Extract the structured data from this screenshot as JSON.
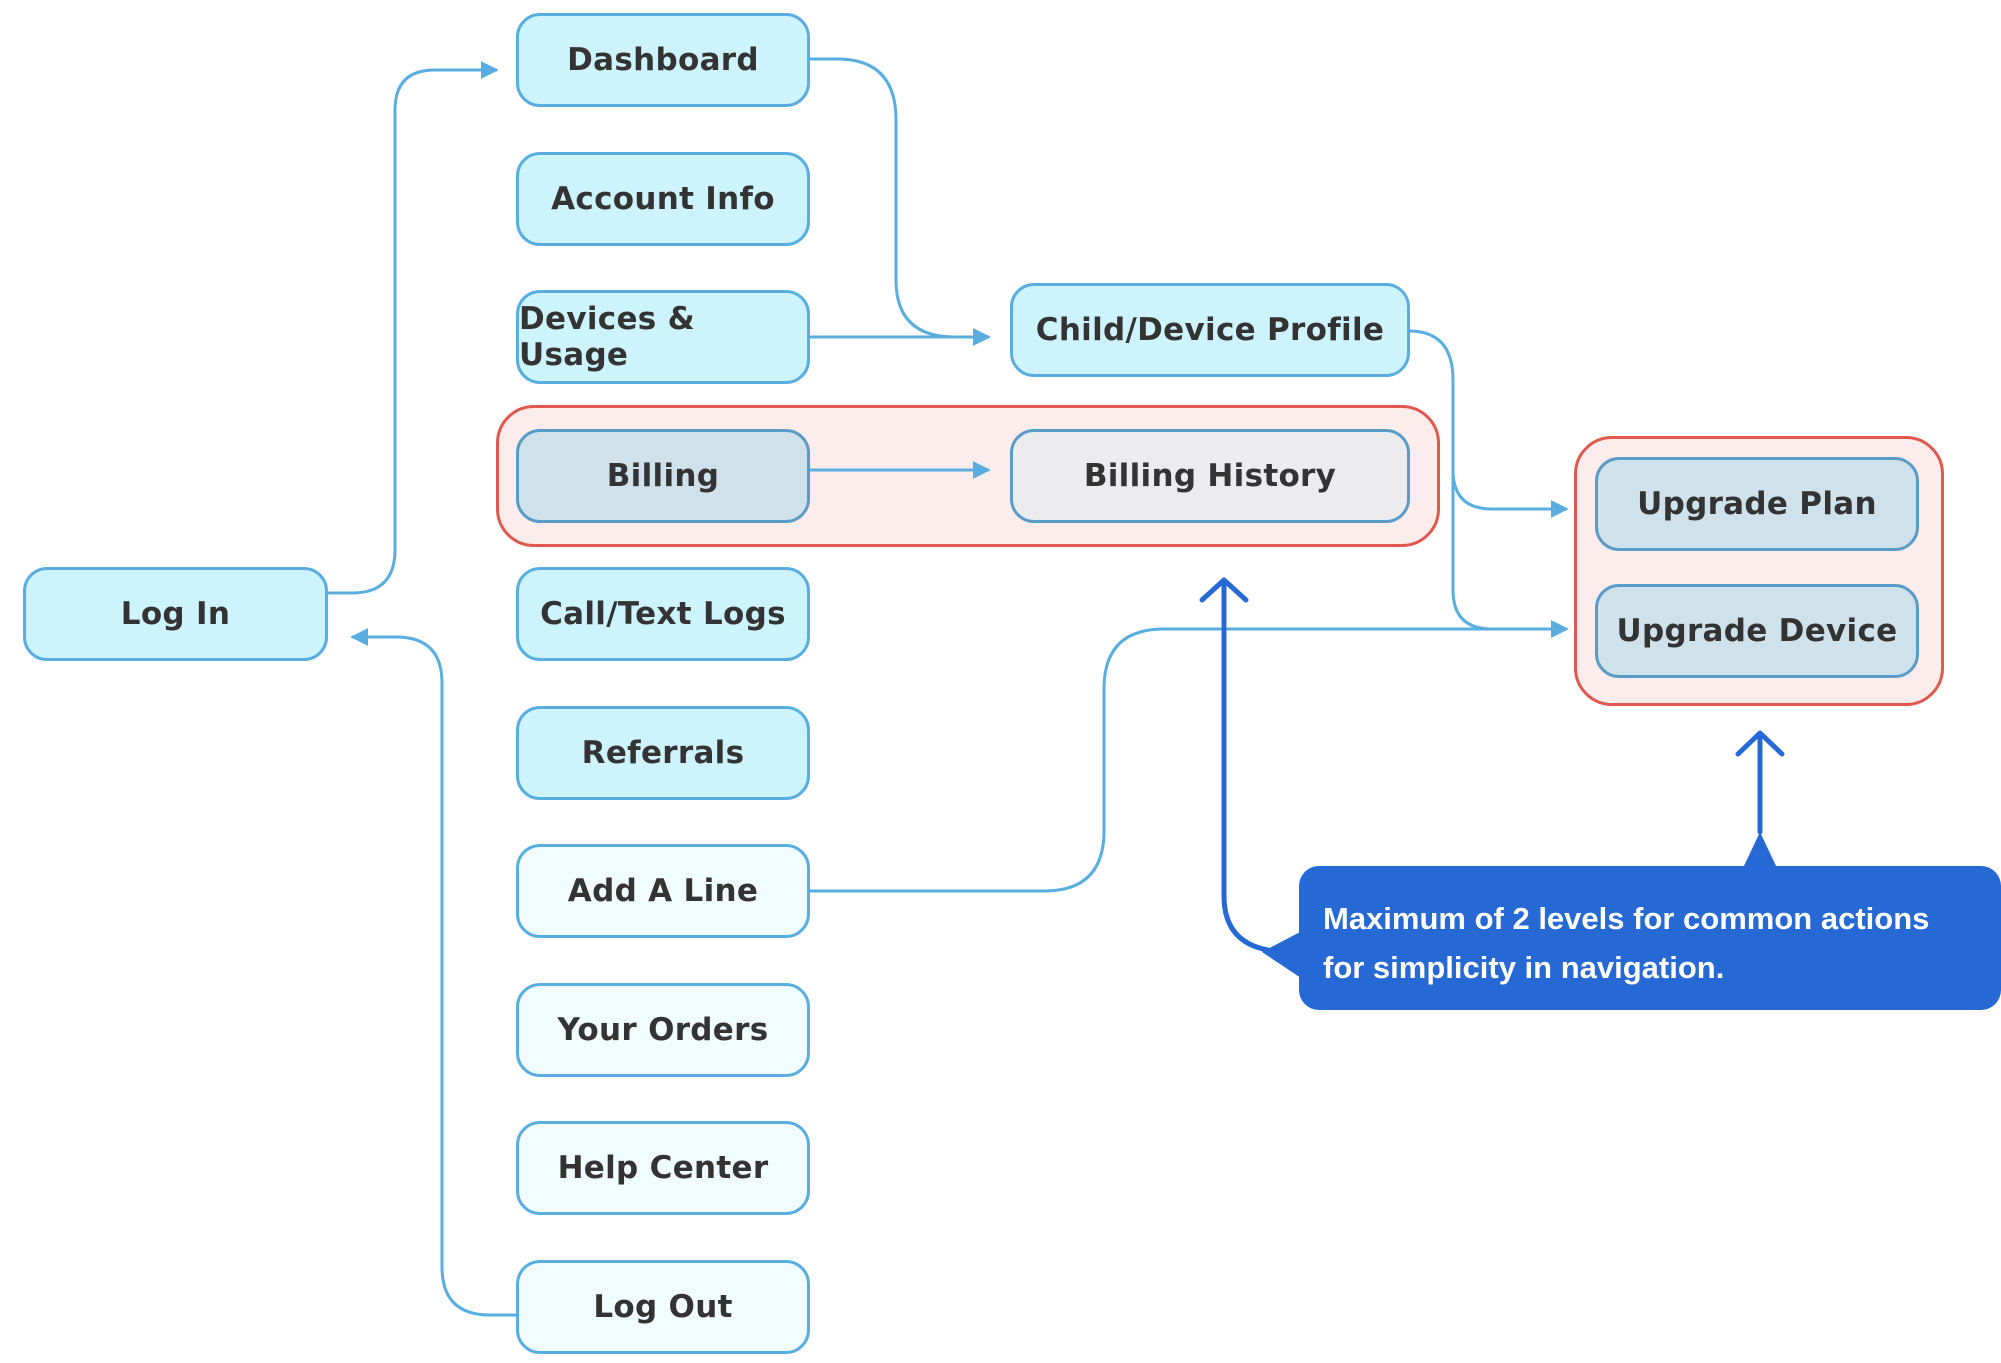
{
  "nodes": {
    "dashboard": "Dashboard",
    "account_info": "Account Info",
    "devices_usage": "Devices & Usage",
    "billing": "Billing",
    "billing_history": "Billing History",
    "call_text_logs": "Call/Text Logs",
    "referrals": "Referrals",
    "add_a_line": "Add A Line",
    "your_orders": "Your Orders",
    "help_center": "Help Center",
    "log_out": "Log Out",
    "log_in": "Log In",
    "child_device_profile": "Child/Device Profile",
    "upgrade_plan": "Upgrade Plan",
    "upgrade_device": "Upgrade Device"
  },
  "callout": {
    "line1": "Maximum of 2 levels for common actions",
    "line2": "for simplicity in navigation."
  },
  "edges": [
    {
      "from": "Log In",
      "to": "Dashboard"
    },
    {
      "from": "Log Out",
      "to": "Log In"
    },
    {
      "from": "Dashboard",
      "to": "Child/Device Profile"
    },
    {
      "from": "Devices & Usage",
      "to": "Child/Device Profile"
    },
    {
      "from": "Billing",
      "to": "Billing History"
    },
    {
      "from": "Child/Device Profile",
      "to": "Upgrade Plan"
    },
    {
      "from": "Child/Device Profile",
      "to": "Upgrade Device"
    },
    {
      "from": "Add A Line",
      "to": "Upgrade Device"
    }
  ],
  "colors": {
    "connector": "#5aaedf",
    "group_border": "#e0584e",
    "group_fill": "#fdecec",
    "callout": "#2669d4",
    "node_primary": "#cdf3fc",
    "node_secondary": "#f0fcff"
  }
}
